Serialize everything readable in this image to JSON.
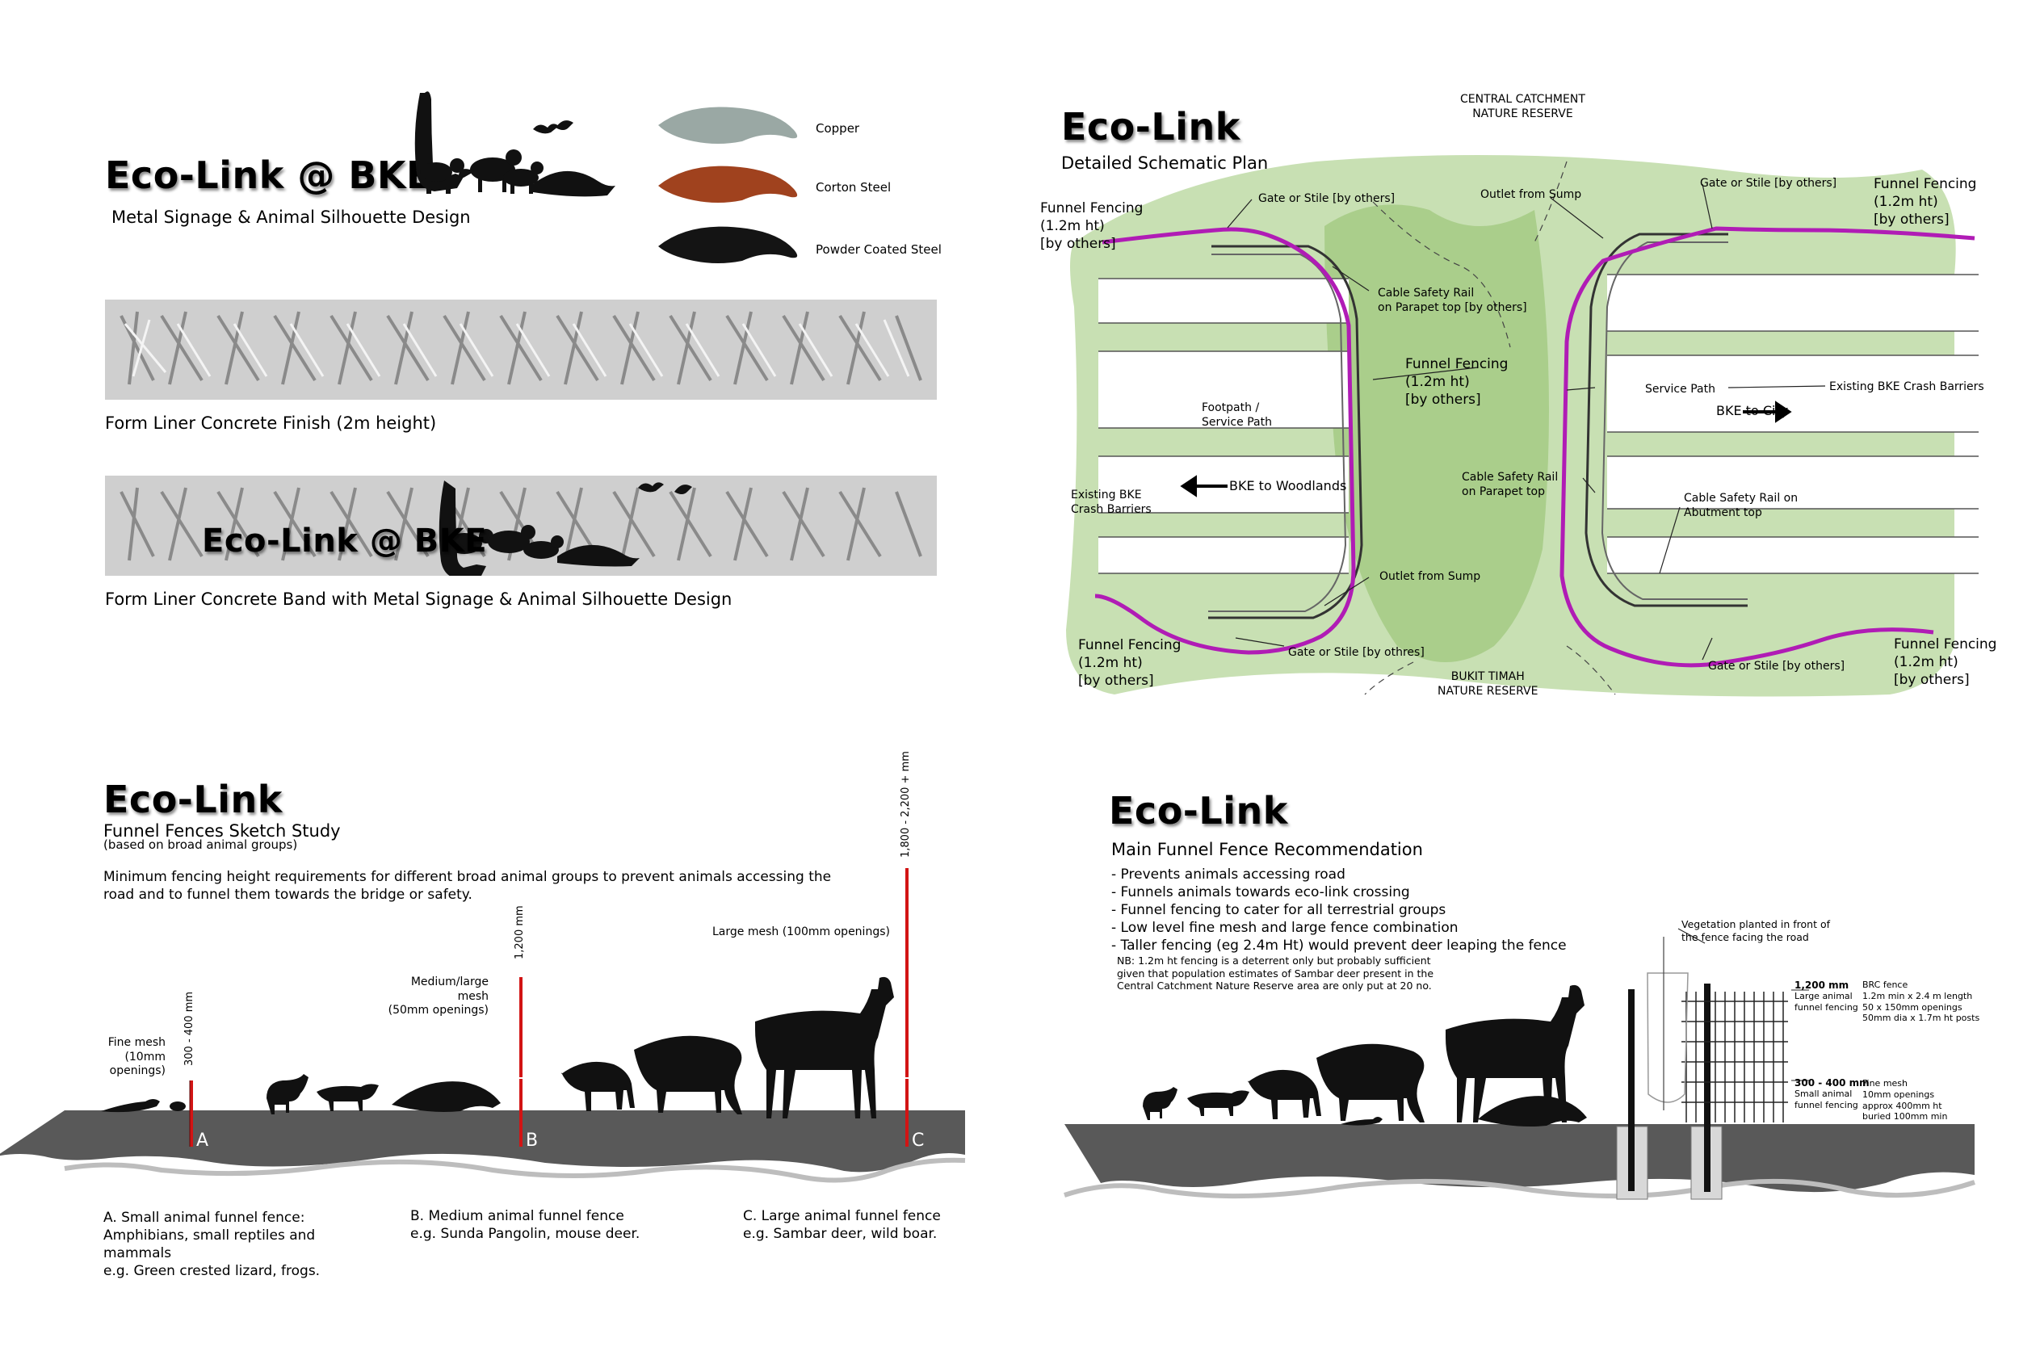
{
  "panel1": {
    "title": "Eco-Link @ BKE",
    "subtitle": "Metal Signage & Animal Silhouette Design",
    "materials": [
      "Copper",
      "Corton Steel",
      "Powder Coated Steel"
    ],
    "colors": {
      "copper": "#9aa8a4",
      "corton": "#a0421e",
      "powder": "#141414",
      "band": "#cfcfcf"
    },
    "caption1": "Form Liner Concrete Finish (2m height)",
    "band_text": "Eco-Link @ BKE",
    "caption2": "Form Liner Concrete Band with Metal Signage & Animal Silhouette Design"
  },
  "panel2": {
    "title": "Eco-Link",
    "subtitle": "Detailed Schematic Plan",
    "top_reserve": "CENTRAL CATCHMENT\nNATURE RESERVE",
    "bottom_reserve": "BUKIT TIMAH\nNATURE RESERVE",
    "funnel_label": "Funnel Fencing\n(1.2m ht)\n[by others]",
    "gate_tl": "Gate or Stile [by others]",
    "gate_tr": "Gate or Stile [by others]",
    "gate_bl": "Gate or Stile [by othres]",
    "gate_br": "Gate or Stile [by others]",
    "outlet_top": "Outlet from Sump",
    "outlet_bottom": "Outlet from Sump",
    "cable_parapet_tl": "Cable Safety Rail\non Parapet top [by others]",
    "cable_parapet_c": "Cable Safety Rail\non Parapet top",
    "cable_abutment": "Cable Safety Rail on\nAbutment top",
    "footpath": "Footpath /\nService Path",
    "service_path": "Service Path",
    "crash_right": "Existing BKE Crash Barriers",
    "crash_left": "Existing BKE\nCrash Barriers",
    "to_city": "BKE to City",
    "to_woodlands": "BKE to Woodlands",
    "colors": {
      "fence": "#b01cb5",
      "green": "#a9cf86"
    }
  },
  "panel3": {
    "title": "Eco-Link",
    "subtitle": "Funnel Fences Sketch Study",
    "note": "(based on broad animal groups)",
    "intro": "Minimum fencing  height requirements for different broad animal groups to prevent animals accessing the road and to funnel them towards the bridge or safety.",
    "fence_a_height": "300 - 400 mm",
    "fence_b_height": "1,200 mm",
    "fence_c_height": "1,800 - 2,200 + mm",
    "mesh_a": "Fine mesh\n(10mm\nopenings)",
    "mesh_b": "Medium/large mesh\n(50mm openings)",
    "mesh_c": "Large mesh (100mm openings)",
    "letter_a": "A",
    "letter_b": "B",
    "letter_c": "C",
    "desc_a": "A.  Small  animal funnel fence:\nAmphibians,  small  reptiles  and\nmammals\ne.g. Green crested lizard, frogs.",
    "desc_b": "B. Medium animal funnel fence\ne.g. Sunda Pangolin, mouse deer.",
    "desc_c": "C. Large animal funnel fence\ne.g. Sambar deer, wild boar.",
    "colors": {
      "fence": "#d21414",
      "ground": "#595959"
    }
  },
  "panel4": {
    "title": "Eco-Link",
    "subtitle": "Main Funnel Fence Recommendation",
    "bullets": [
      "- Prevents animals accessing road",
      "- Funnels animals towards eco-link crossing",
      "- Funnel fencing to cater for all terrestrial groups",
      "- Low level fine mesh and large fence combination",
      "- Taller fencing (eg 2.4m Ht) would prevent deer leaping the fence"
    ],
    "nb": "NB: 1.2m ht fencing is a deterrent only but probably sufficient\ngiven that population estimates of Sambar deer present in the\nCentral Catchment Nature Reserve area are only put at 20 no.",
    "vegetation_note": "Vegetation planted in front of\nthe fence facing the road",
    "large_height": "1,200 mm",
    "large_label": "Large animal\nfunnel fencing",
    "brc": "BRC fence\n1.2m min x 2.4 m length\n50 x 150mm openings\n50mm dia x 1.7m ht posts",
    "small_height": "300 - 400 mm",
    "small_label": "Small animal\nfunnel fencing",
    "fine": "Fine mesh\n10mm openings\napprox 400mm ht\nburied 100mm min"
  }
}
